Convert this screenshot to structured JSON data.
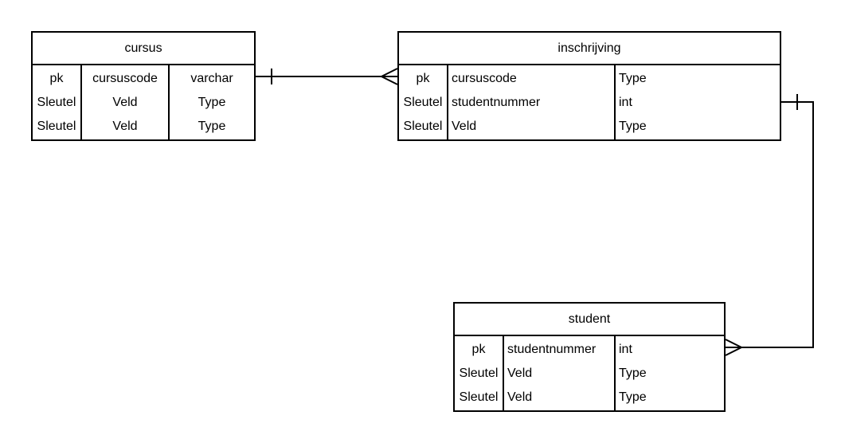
{
  "entities": {
    "cursus": {
      "title": "cursus",
      "rows": [
        [
          "pk",
          "cursuscode",
          "varchar"
        ],
        [
          "Sleutel",
          "Veld",
          "Type"
        ],
        [
          "Sleutel",
          "Veld",
          "Type"
        ]
      ]
    },
    "inschrijving": {
      "title": "inschrijving",
      "rows": [
        [
          "pk",
          "cursuscode",
          "Type"
        ],
        [
          "Sleutel",
          "studentnummer",
          "int"
        ],
        [
          "Sleutel",
          "Veld",
          "Type"
        ]
      ]
    },
    "student": {
      "title": "student",
      "rows": [
        [
          "pk",
          "studentnummer",
          "int"
        ],
        [
          "Sleutel",
          "Veld",
          "Type"
        ],
        [
          "Sleutel",
          "Veld",
          "Type"
        ]
      ]
    }
  },
  "relationships": [
    {
      "from": "cursus",
      "to": "inschrijving",
      "from_cardinality": "one",
      "to_cardinality": "many"
    },
    {
      "from": "inschrijving",
      "to": "student",
      "from_cardinality": "one",
      "to_cardinality": "many"
    }
  ],
  "colors": {
    "stroke": "#000000",
    "background": "#ffffff"
  }
}
